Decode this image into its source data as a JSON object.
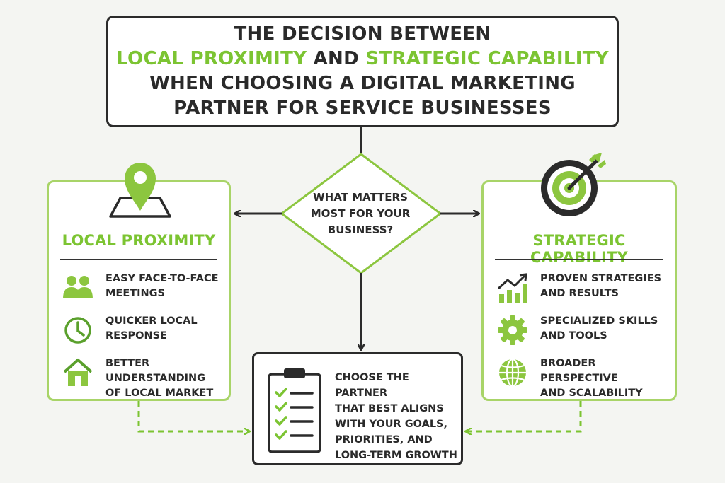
{
  "title": {
    "line1": "THE DECISION BETWEEN",
    "line2_a": "LOCAL PROXIMITY",
    "line2_b": "AND",
    "line2_c": "STRATEGIC CAPABILITY",
    "line3": "WHEN CHOOSING A DIGITAL MARKETING",
    "line4": "PARTNER FOR SERVICE BUSINESSES"
  },
  "question": {
    "line1": "WHAT MATTERS",
    "line2": "MOST FOR YOUR",
    "line3": "BUSINESS?"
  },
  "left_panel": {
    "title": "LOCAL PROXIMITY",
    "icon": "map-pin-icon",
    "items": [
      {
        "icon": "people-icon",
        "line1": "EASY FACE-TO-FACE",
        "line2": "MEETINGS"
      },
      {
        "icon": "clock-icon",
        "line1": "QUICKER LOCAL",
        "line2": "RESPONSE"
      },
      {
        "icon": "house-icon",
        "line1": "BETTER UNDERSTANDING",
        "line2": "OF LOCAL MARKET"
      }
    ]
  },
  "right_panel": {
    "title": "STRATEGIC CAPABILITY",
    "icon": "target-icon",
    "items": [
      {
        "icon": "growth-chart-icon",
        "line1": "PROVEN STRATEGIES",
        "line2": "AND RESULTS"
      },
      {
        "icon": "gear-icon",
        "line1": "SPECIALIZED SKILLS",
        "line2": "AND TOOLS"
      },
      {
        "icon": "globe-icon",
        "line1": "BROADER PERSPECTIVE",
        "line2": "AND SCALABILITY"
      }
    ]
  },
  "result": {
    "icon": "checklist-icon",
    "lines": [
      "CHOOSE THE PARTNER",
      "THAT BEST ALIGNS",
      "WITH YOUR GOALS,",
      "PRIORITIES, AND",
      "LONG-TERM GROWTH"
    ]
  },
  "colors": {
    "accent": "#7cc432",
    "panel_border": "#a8d468",
    "dark": "#2b2b2b",
    "background": "#f4f5f2"
  }
}
